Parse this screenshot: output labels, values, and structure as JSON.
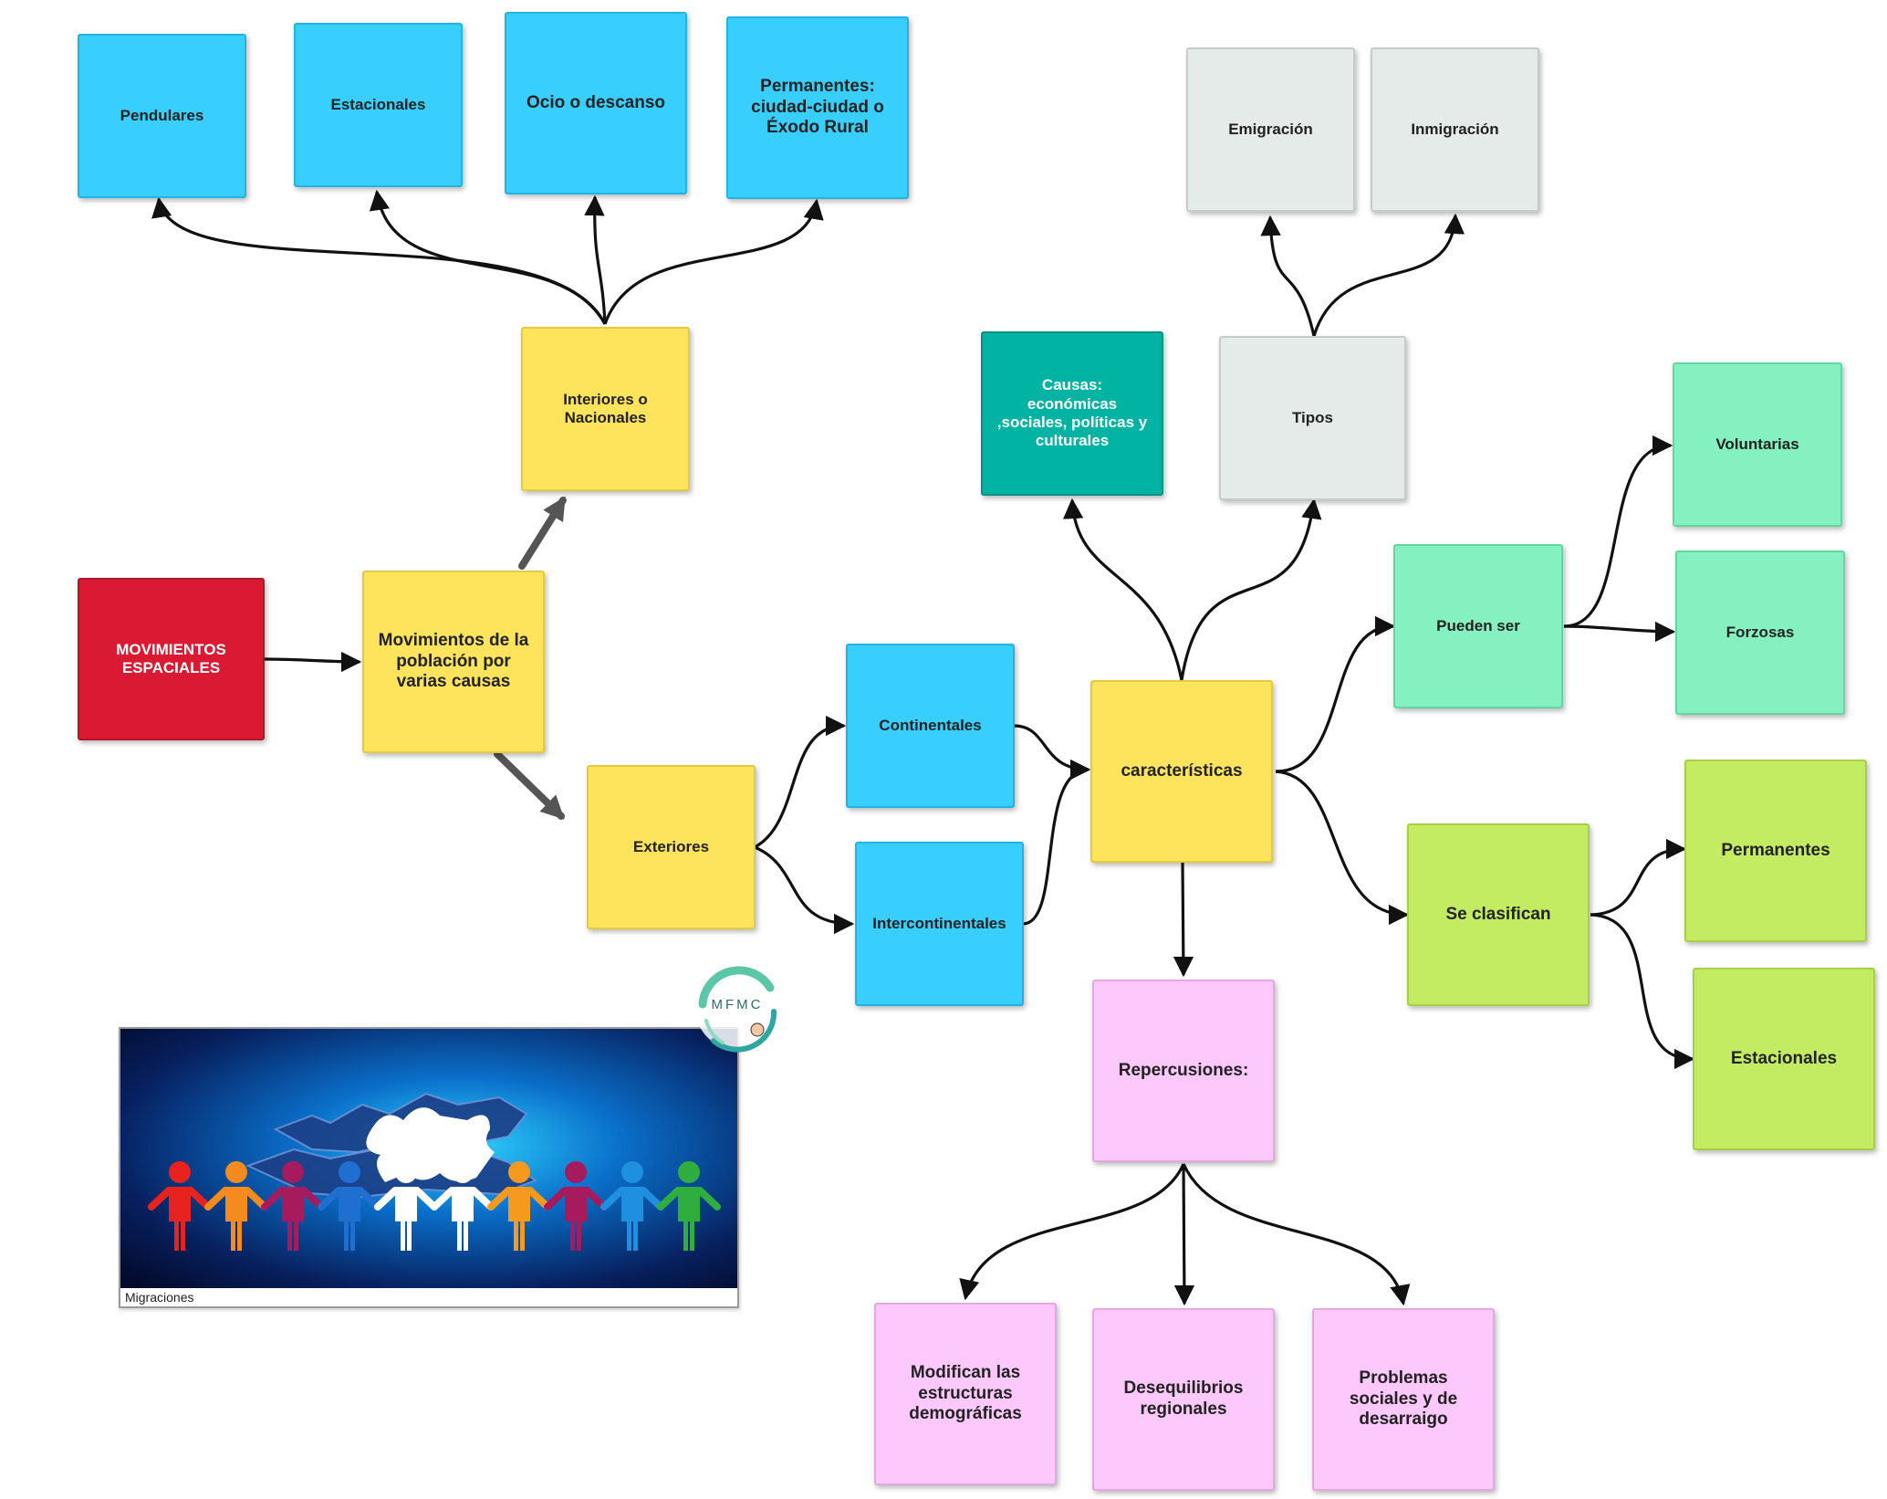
{
  "nodes": {
    "movimientos_espaciales": "MOVIMIENTOS ESPACIALES",
    "movimientos_poblacion": "Movimientos de la población por varias causas",
    "interiores": "Interiores o Nacionales",
    "pendulares": "Pendulares",
    "estacionales_int": "Estacionales",
    "ocio": "Ocio o descanso",
    "permanentes_int": "Permanentes: ciudad-ciudad o Éxodo Rural",
    "exteriores": "Exteriores",
    "continentales": "Continentales",
    "intercontinentales": "Intercontinentales",
    "caracteristicas": "características",
    "causas": "Causas: económicas ,sociales, políticas y culturales",
    "tipos": "Tipos",
    "emigracion": "Emigración",
    "inmigracion": "Inmigración",
    "pueden_ser": "Pueden ser",
    "voluntarias": "Voluntarias",
    "forzosas": "Forzosas",
    "se_clasifican": "Se clasifican",
    "permanentes_ext": "Permanentes",
    "estacionales_ext": "Estacionales",
    "repercusiones": "Repercusiones:",
    "modifican": "Modifican las estructuras demográficas",
    "desequilibrios": "Desequilibrios regionales",
    "problemas": "Problemas sociales y de desarraigo"
  },
  "image": {
    "caption": "Migraciones",
    "logo_text": "MFMC",
    "figure_colors": [
      "#e8231f",
      "#f58b1f",
      "#a61a5e",
      "#1f6fd1",
      "#ffffff",
      "#ffffff",
      "#f59a1f",
      "#a61a5e",
      "#1f8fe0",
      "#2fae3f"
    ]
  },
  "colors": {
    "red": "#da1a33",
    "yellow": "#fde45c",
    "blue": "#38cfff",
    "gray": "#e5ebe9",
    "teal": "#00b3a2",
    "mint": "#85f0c0",
    "lime": "#c4ec62",
    "pink": "#fdc8fb"
  }
}
